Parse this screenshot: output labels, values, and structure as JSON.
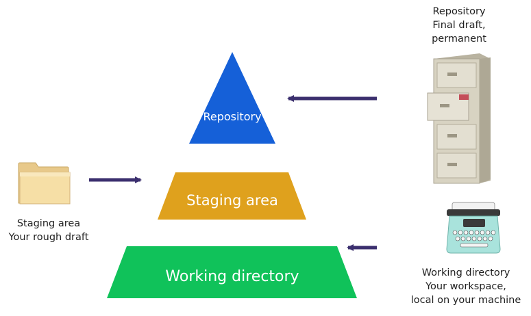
{
  "layers": {
    "repository": {
      "label": "Repository",
      "color": "#1560d8"
    },
    "staging": {
      "label": "Staging area",
      "color": "#dfa11d"
    },
    "working": {
      "label": "Working directory",
      "color": "#10c25a"
    }
  },
  "arrow_color": "#3b2f6e",
  "captions": {
    "repository": {
      "line1": "Repository",
      "line2": "Final draft,",
      "line3": "permanent"
    },
    "staging": {
      "line1": "Staging area",
      "line2": "Your rough draft"
    },
    "working": {
      "line1": "Working directory",
      "line2": "Your workspace,",
      "line3": "local on your machine"
    }
  },
  "icons": {
    "repository": "filing-cabinet-icon",
    "staging": "folder-icon",
    "working": "typewriter-icon"
  }
}
